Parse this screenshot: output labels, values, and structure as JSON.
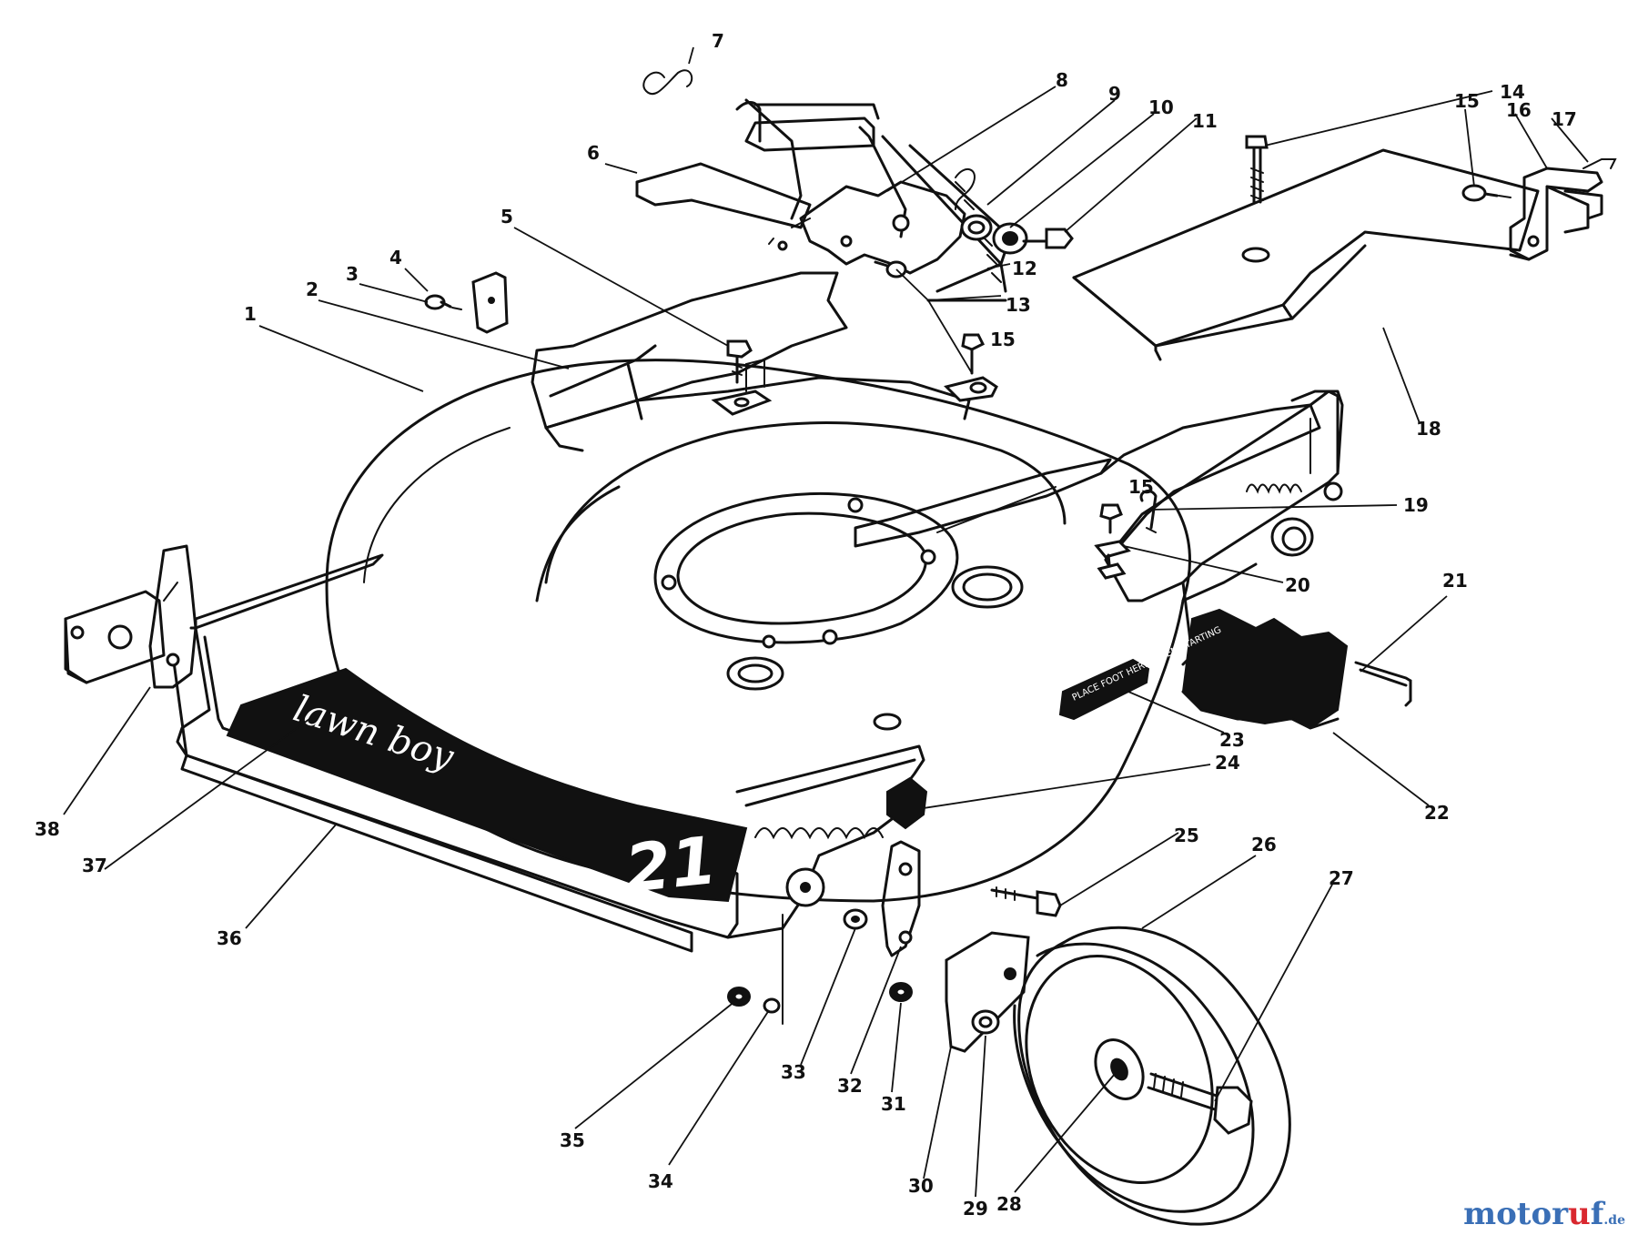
{
  "diagram": {
    "callouts": [
      "1",
      "2",
      "3",
      "4",
      "5",
      "6",
      "7",
      "8",
      "9",
      "10",
      "11",
      "12",
      "13",
      "14",
      "15",
      "16",
      "17",
      "18",
      "19",
      "20",
      "21",
      "22",
      "23",
      "24",
      "25",
      "26",
      "27",
      "28",
      "29",
      "30",
      "31",
      "32",
      "33",
      "34",
      "35",
      "36",
      "37",
      "38"
    ],
    "repeat_callouts": [
      "15",
      "15",
      "15"
    ],
    "decal_text": "lawn boy",
    "decal_number": "21",
    "warning_plate_text": "PLACE FOOT HERE WHEN STARTING"
  },
  "watermark": {
    "main": "motor",
    "accent": "u",
    "end": "f",
    "tld": ".de"
  },
  "colors": {
    "ink": "#111111",
    "background": "#ffffff",
    "watermark_blue": "#3a6fb6",
    "watermark_red": "#d9282f"
  }
}
